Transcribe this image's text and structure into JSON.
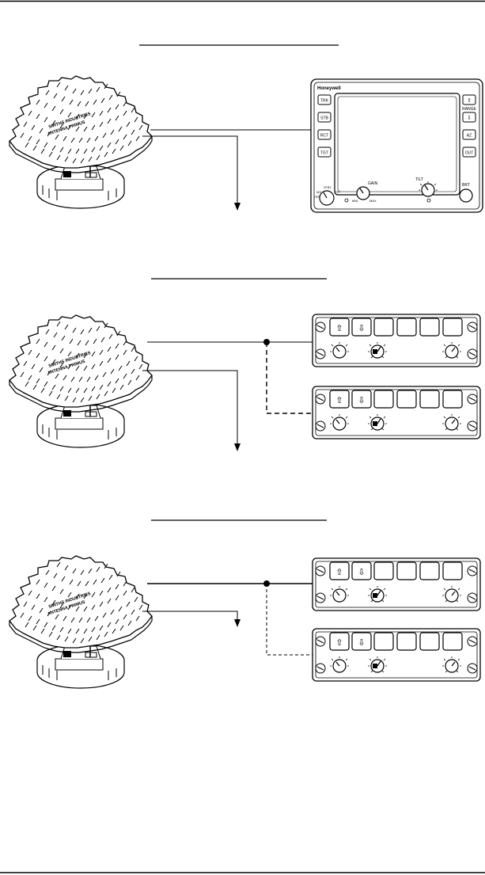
{
  "page": {
    "top_rule": true,
    "bottom_rule": true
  },
  "indicator": {
    "brand": "Honeywell",
    "left_buttons": [
      "TRK",
      "STB",
      "RCT",
      "TGT"
    ],
    "right_buttons": [
      "⇧",
      "⇩",
      "AZ",
      "OUT"
    ],
    "range_label": "RANGE",
    "gain_label": "GAIN",
    "gain_min": "MIN",
    "gain_max": "MAX",
    "tilt_label": "TILT",
    "brt_label": "BRT",
    "mode_label": "OFF",
    "mode_knob_labels": [
      "WX",
      "STBY",
      "TST",
      "OFF"
    ]
  },
  "controller": {
    "buttons": [
      "⇧",
      "⇩",
      "",
      "",
      "",
      ""
    ]
  },
  "sections": [
    {
      "id": "section-1",
      "layout": "antenna-with-indicator",
      "controllers": 0
    },
    {
      "id": "section-2",
      "layout": "antenna-with-dual-controllers",
      "controllers": 2
    },
    {
      "id": "section-3",
      "layout": "antenna-with-dual-controllers",
      "controllers": 2
    }
  ]
}
